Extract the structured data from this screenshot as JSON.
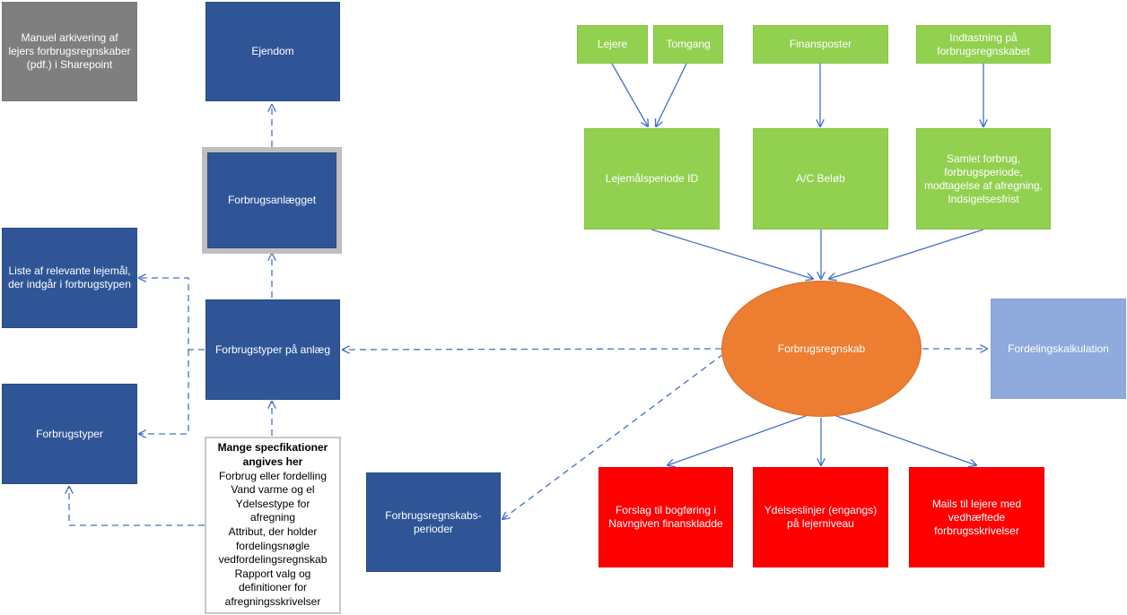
{
  "colors": {
    "dark_blue": "#2f5597",
    "gray": "#7f7f7f",
    "green": "#92d050",
    "red": "#ff0000",
    "light_blue": "#8faadc",
    "orange": "#ed7d31",
    "connector": "#4472c4"
  },
  "nodes": {
    "manuel_arkivering": "Manuel arkivering af lejers forbrugsregnskaber (pdf.) i Sharepoint",
    "ejendom": "Ejendom",
    "forbrugsanlaegget": "Forbrugsanlægget",
    "liste_lejemaal": "Liste af relevante lejemål, der indgår i forbrugstypen",
    "forbrugstyper_anlaeg": "Forbrugstyper på anlæg",
    "forbrugstyper": "Forbrugstyper",
    "regnskabsperioder": "Forbrugsregnskabs-perioder",
    "lejere": "Lejere",
    "tomgang": "Tomgang",
    "finansposter": "Finansposter",
    "indtastning": "Indtastning på forbrugsregnskabet",
    "lejemaalsperiode": "Lejemålsperiode ID",
    "ac_beloeb": "A/C Beløb",
    "samlet_forbrug": "Samlet forbrug, forbrugsperiode, modtagelse af afregning, Indsigelsesfrist",
    "forbrugsregnskab": "Forbrugsregnskab",
    "fordelingskalkulation": "Fordelingskalkulation",
    "forslag_bogfoering": "Forslag til bogføring i Navngiven finanskladde",
    "ydelseslinjer": "Ydelseslinjer (engangs) på lejerniveau",
    "mails_lejere": "Mails til lejere med vedhæftede forbrugsskrivelser"
  },
  "spec": {
    "title": "Mange specfikationer angives her",
    "lines": [
      "Forbrug eller fordelling",
      "Vand varme og el",
      "Ydelsestype for afregning",
      "Attribut, der holder",
      "fordelingsnøgle",
      "vedfordelingsregnskab",
      "Rapport valg og",
      "definitioner for",
      "afregningsskrivelser"
    ]
  }
}
